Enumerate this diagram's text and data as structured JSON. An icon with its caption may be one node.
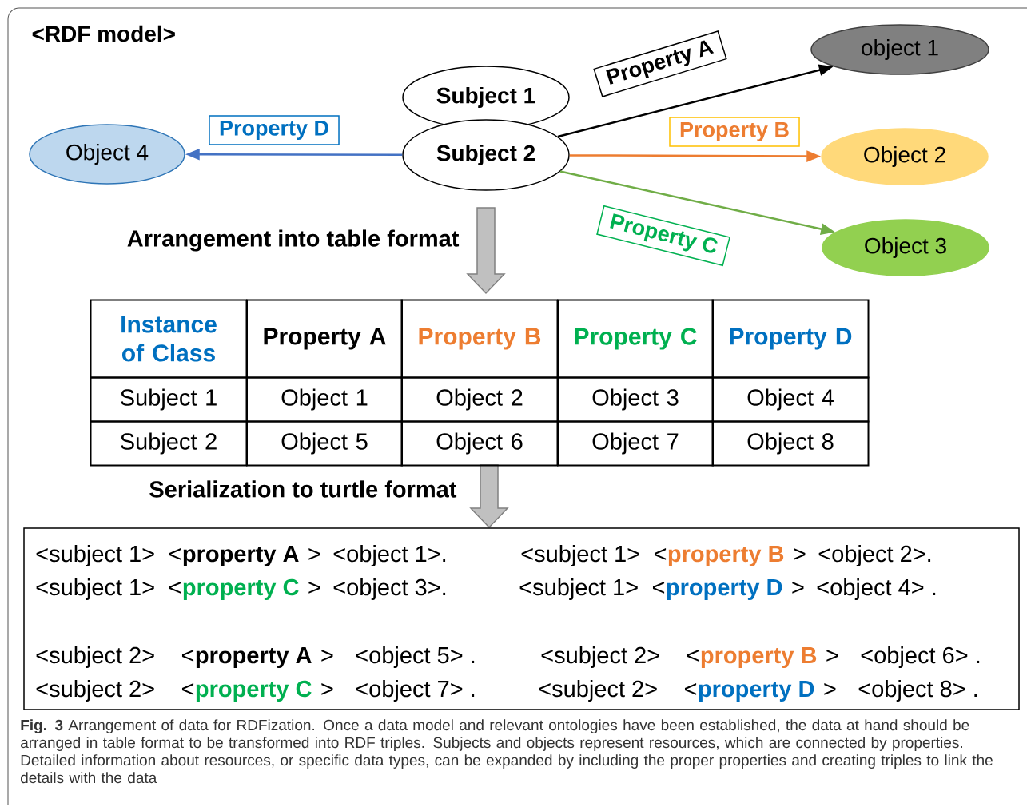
{
  "diagram": {
    "title": "<RDF model>",
    "caption": "**Fig. 3** Arrangement of data for RDFization. Once a data model and relevant ontologies have been established, the data at hand should be arranged in table format to be transformed into RDF triples. Subjects and objects represent resources, which are connected by properties. Detailed information about resources, or specific data types, can be expanded by including the proper properties and creating triples to link the details with the data",
    "nodes": [
      {
        "text": [
          "Subject 1"
        ]
      },
      {
        "text": [
          "Subject 2"
        ]
      },
      {
        "text": [
          "object 1"
        ]
      },
      {
        "text": [
          "Object 2"
        ]
      },
      {
        "text": [
          "Object 3"
        ]
      },
      {
        "text": [
          "Object 4"
        ]
      }
    ],
    "edges": [
      {
        "from": 1,
        "to": 2,
        "arrow": "to",
        "label": "Property A"
      },
      {
        "from": 1,
        "to": 3,
        "arrow": "to",
        "label": "Property B",
        "color": "#ed7d31"
      },
      {
        "from": 1,
        "to": 4,
        "arrow": "to",
        "label": "Property C",
        "color": "#70ad47"
      },
      {
        "from": 1,
        "to": 5,
        "arrow": "to",
        "label": "Property D",
        "color": "#4472c4"
      }
    ],
    "labels": [
      "Arrangement into table format",
      "Instance of Class",
      "Property A",
      "Property B",
      "Property C",
      "Property D",
      "Subject 1",
      "Object 1",
      "Object 2",
      "Object 3",
      "Object 4",
      "Subject 2",
      "Object 5",
      "Object 6",
      "Object 7",
      "Object 8",
      "Serialization to turtle format",
      "<subject 1>",
      "<",
      "property A",
      ">",
      "<object 1>.",
      "<subject 1>",
      "<",
      "property B",
      ">",
      "<object 2>.",
      "<subject 1>",
      "<",
      "property C",
      ">",
      "<object 3>.",
      "<subject 1>",
      "<",
      "property D",
      ">",
      "<object 4> .",
      "<subject 2>",
      "<",
      "property A",
      ">",
      "<object 5> .",
      "<subject 2>",
      "<",
      "property B",
      ">",
      "<object 6> .",
      "<subject 2>",
      "<",
      "property C",
      ">",
      "<object 7> .",
      "<subject 2>",
      "<",
      "property D",
      ">",
      "<object 8> ."
    ]
  }
}
